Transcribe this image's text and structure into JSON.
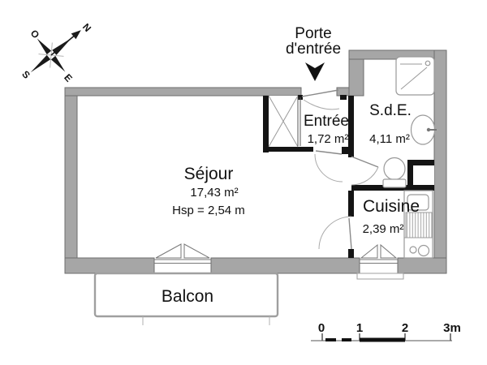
{
  "compass": {
    "north": "N",
    "east": "E",
    "south": "S",
    "west": "O"
  },
  "entrance": {
    "label_line1": "Porte",
    "label_line2": "d'entrée"
  },
  "rooms": {
    "sejour": {
      "name": "Séjour",
      "area": "17,43 m²",
      "ceiling_height": "Hsp = 2,54 m"
    },
    "entree": {
      "name": "Entrée",
      "area": "1,72 m²"
    },
    "sde": {
      "name": "S.d.E.",
      "area": "4,11 m²"
    },
    "cuisine": {
      "name": "Cuisine",
      "area": "2,39 m²"
    },
    "balcon": {
      "name": "Balcon"
    }
  },
  "scale_bar": {
    "labels": [
      "0",
      "1",
      "2",
      "3m"
    ]
  },
  "colors": {
    "wall_exterior": "#a6a6a6",
    "wall_exterior_outline": "#6e6e6e",
    "wall_interior": "#141414",
    "fixture_line": "#9a9a9a",
    "background": "#ffffff"
  }
}
